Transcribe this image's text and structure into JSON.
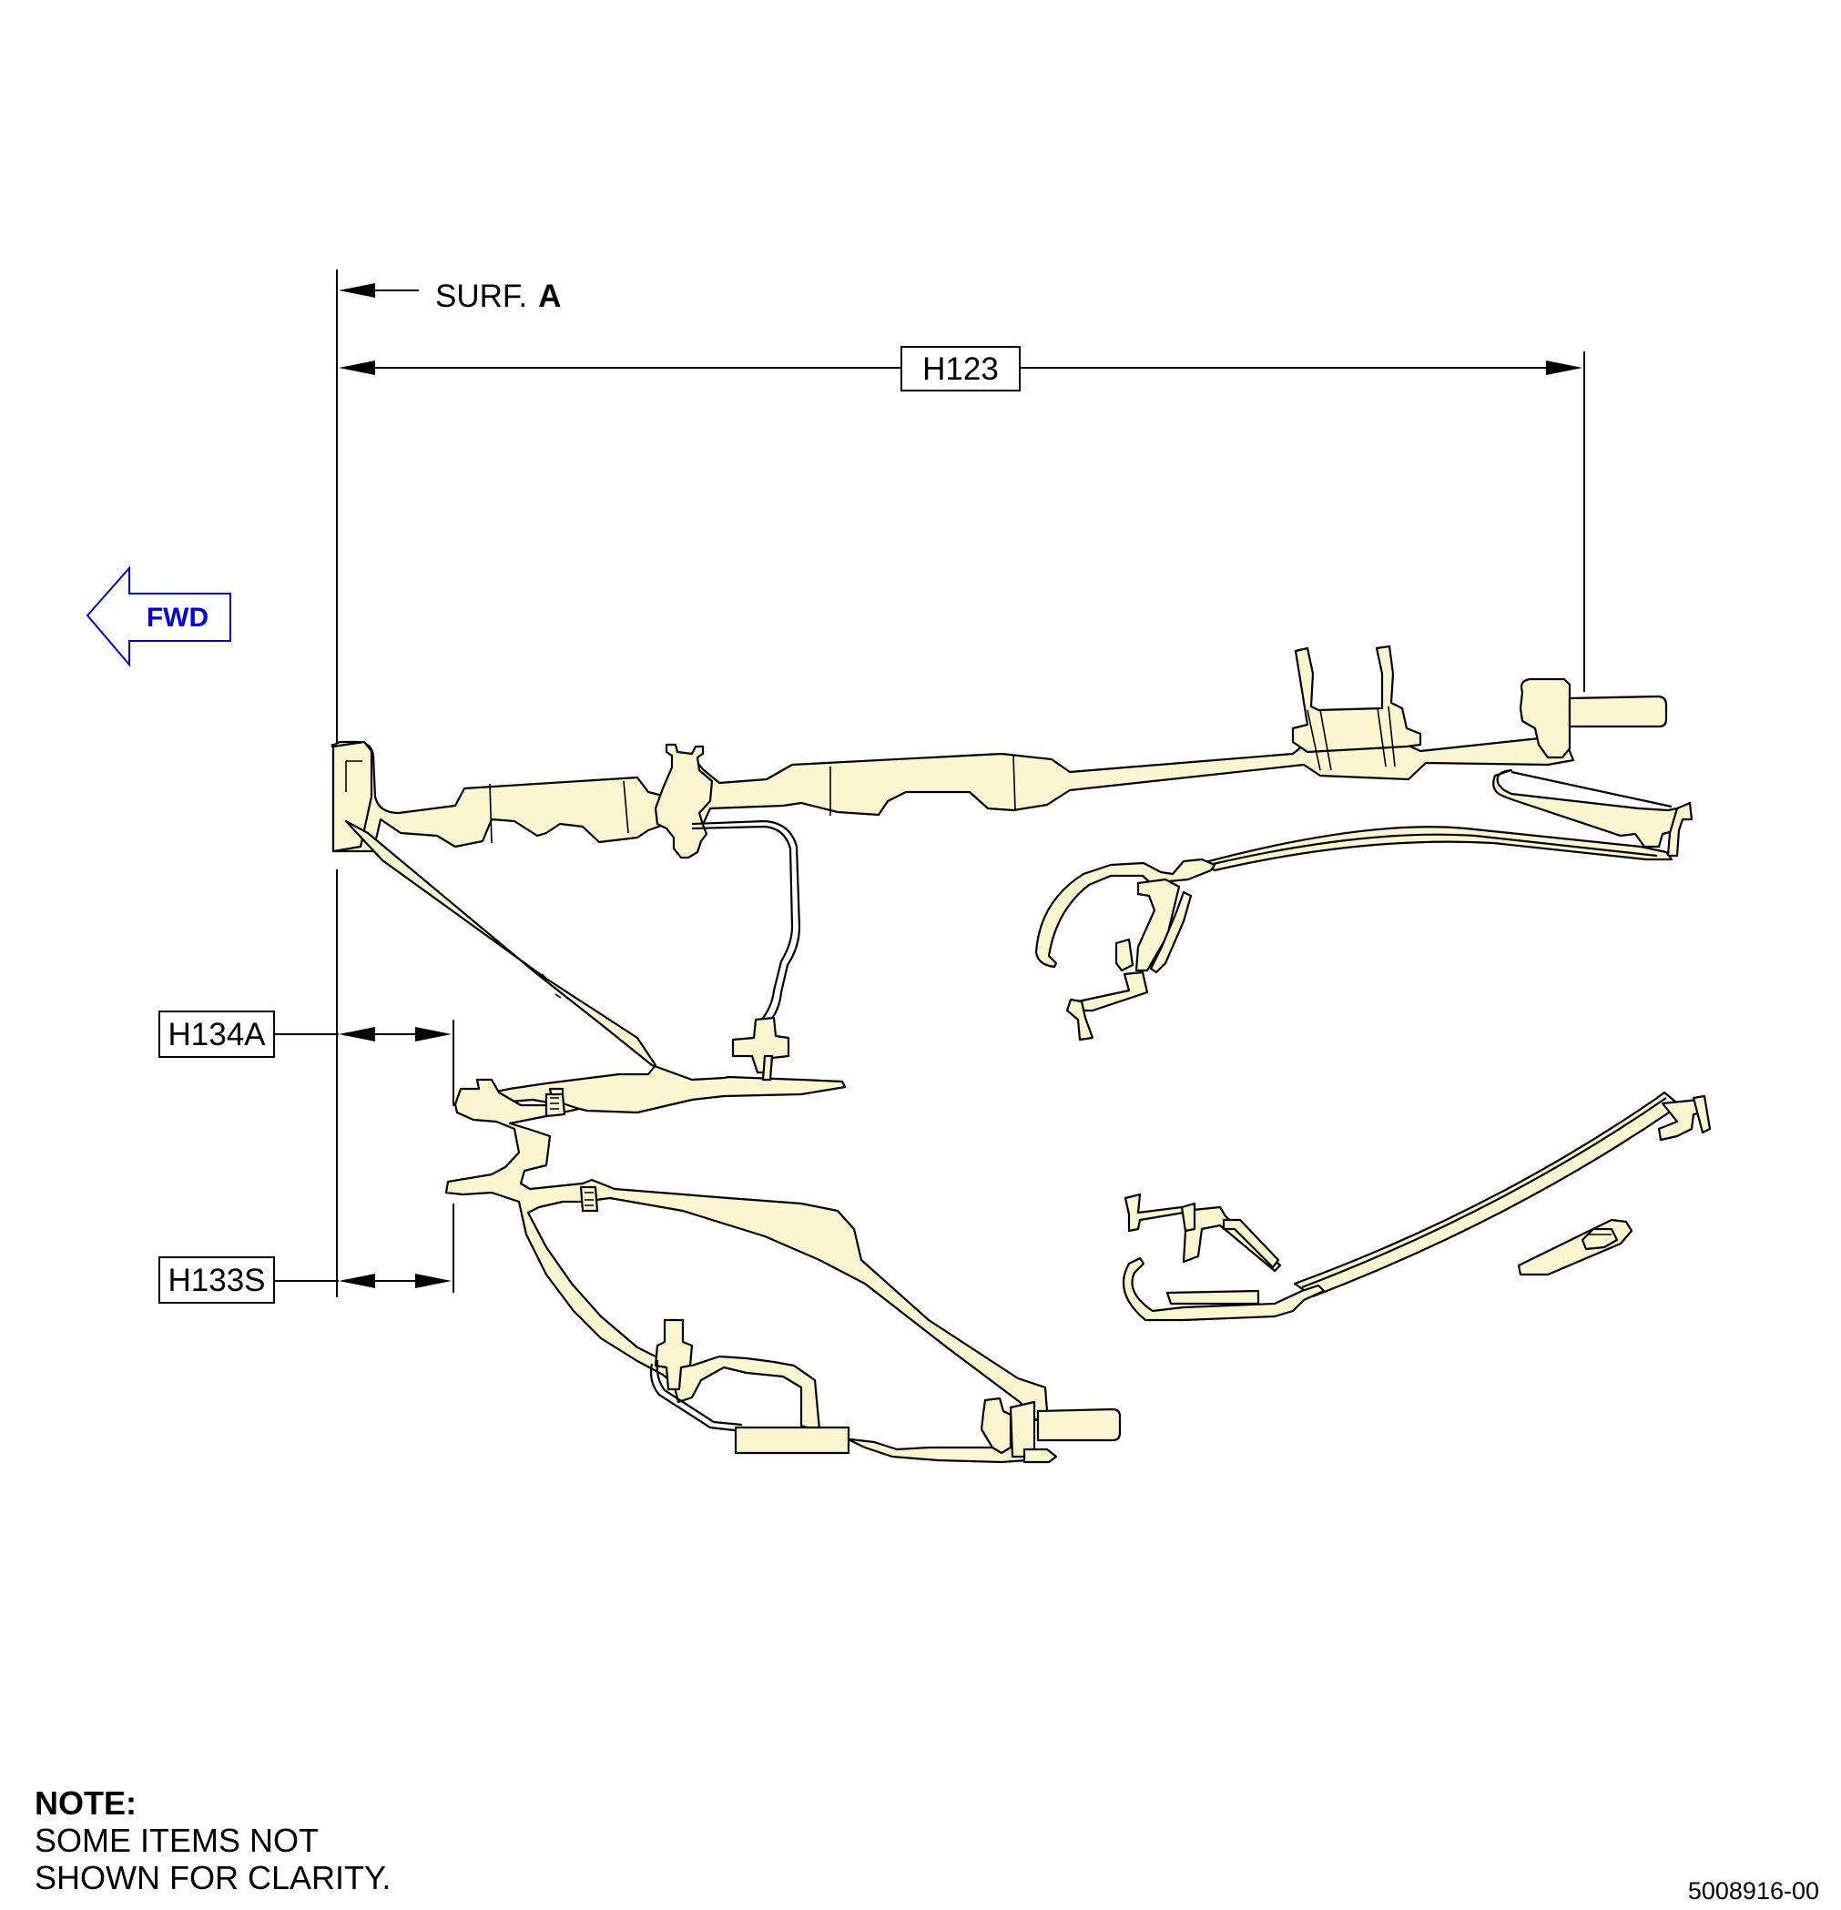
{
  "dimensions": {
    "surface_label_prefix": "SURF.",
    "surface_label_letter": "A",
    "h123": "H123",
    "h134a": "H134A",
    "h133s": "H133S"
  },
  "direction": {
    "label": "FWD",
    "color": "#0000e6"
  },
  "note": {
    "heading": "NOTE:",
    "line1": "SOME ITEMS NOT",
    "line2": "SHOWN FOR CLARITY."
  },
  "figure_id": "5008916-00",
  "colors": {
    "part_fill": "#fbf6cf",
    "outline": "#000000"
  }
}
